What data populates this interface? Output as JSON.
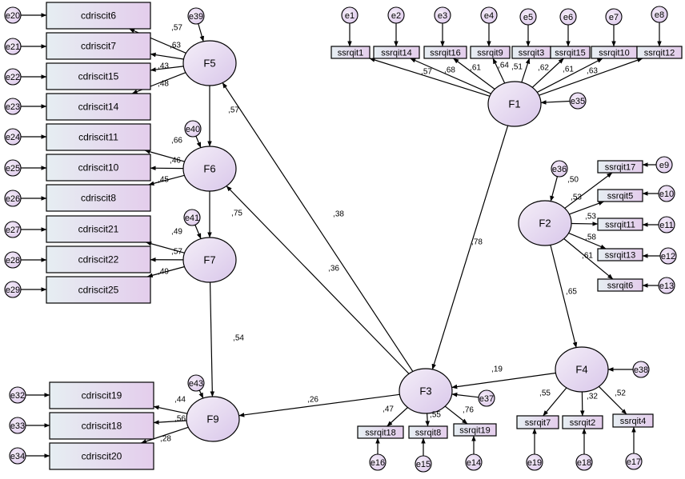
{
  "latent_factors": {
    "F1": "F1",
    "F2": "F2",
    "F3": "F3",
    "F4": "F4",
    "F5": "F5",
    "F6": "F6",
    "F7": "F7",
    "F9": "F9"
  },
  "errors": {
    "e1": "e1",
    "e2": "e2",
    "e3": "e3",
    "e4": "e4",
    "e5": "e5",
    "e6": "e6",
    "e7": "e7",
    "e8": "e8",
    "e9": "e9",
    "e10": "e10",
    "e11": "e11",
    "e12": "e12",
    "e13": "e13",
    "e14": "e14",
    "e15": "e15",
    "e16": "e16",
    "e17": "e17",
    "e18": "e18",
    "e19": "e19",
    "e20": "e20",
    "e21": "e21",
    "e22": "e22",
    "e23": "e23",
    "e24": "e24",
    "e25": "e25",
    "e26": "e26",
    "e27": "e27",
    "e28": "e28",
    "e29": "e29",
    "e32": "e32",
    "e33": "e33",
    "e34": "e34",
    "e35": "e35",
    "e36": "e36",
    "e37": "e37",
    "e38": "e38",
    "e39": "e39",
    "e40": "e40",
    "e41": "e41",
    "e43": "e43"
  },
  "indicators": {
    "cdriscit6": "cdriscit6",
    "cdriscit7": "cdriscit7",
    "cdriscit15": "cdriscit15",
    "cdriscit14": "cdriscit14",
    "cdriscit11": "cdriscit11",
    "cdriscit10": "cdriscit10",
    "cdriscit8": "cdriscit8",
    "cdriscit21": "cdriscit21",
    "cdriscit22": "cdriscit22",
    "cdriscit25": "cdriscit25",
    "cdriscit19": "cdriscit19",
    "cdriscit18": "cdriscit18",
    "cdriscit20": "cdriscit20",
    "ssrqit1": "ssrqit1",
    "ssrqit14": "ssrqit14",
    "ssrqit16": "ssrqit16",
    "ssrqit9": "ssrqit9",
    "ssrqit3": "ssrqit3",
    "ssrqit15": "ssrqit15",
    "ssrqit10": "ssrqit10",
    "ssrqit12": "ssrqit12",
    "ssrqit17": "ssrqit17",
    "ssrqit5": "ssrqit5",
    "ssrqit11": "ssrqit11",
    "ssrqit13": "ssrqit13",
    "ssrqit6": "ssrqit6",
    "ssrqit18": "ssrqit18",
    "ssrqit8": "ssrqit8",
    "ssrqit19": "ssrqit19",
    "ssrqit7": "ssrqit7",
    "ssrqit2": "ssrqit2",
    "ssrqit4": "ssrqit4"
  },
  "loadings": {
    "F5_cdriscit6": ",57",
    "F5_cdriscit7": ",63",
    "F5_cdriscit15": ",43",
    "F5_cdriscit14": ",48",
    "F6_cdriscit11": ",66",
    "F6_cdriscit10": ",46",
    "F6_cdriscit8": ",45",
    "F7_cdriscit21": ",49",
    "F7_cdriscit22": ",57",
    "F7_cdriscit25": ",49",
    "F9_cdriscit19": ",44",
    "F9_cdriscit18": ",56",
    "F9_cdriscit20": ",28",
    "F1_ssrqit1": ",57",
    "F1_ssrqit14": ",68",
    "F1_ssrqit16": ",61",
    "F1_ssrqit9": ",64",
    "F1_ssrqit3": ",51",
    "F1_ssrqit15": ",62",
    "F1_ssrqit10": ",61",
    "F1_ssrqit12": ",63",
    "F2_ssrqit17": ",50",
    "F2_ssrqit5": ",53",
    "F2_ssrqit11": ",53",
    "F2_ssrqit13": ",58",
    "F2_ssrqit6": ",61",
    "F3_ssrqit18": ",47",
    "F3_ssrqit8": ",55",
    "F3_ssrqit19": ",76",
    "F4_ssrqit7": ",55",
    "F4_ssrqit2": ",32",
    "F4_ssrqit4": ",52"
  },
  "structural_paths": {
    "F5_F6": ",57",
    "F6_F7": ",75",
    "F7_F9": ",54",
    "F3_F9": ",26",
    "F3_F5": ",38",
    "F3_F6": ",36",
    "F1_F3": ",78",
    "F4_F3": ",19",
    "F2_F4": ",65"
  },
  "colors": {
    "ellipse_gradient_start": "#f4eef8",
    "ellipse_gradient_end": "#d9c7ea",
    "box_gradient_start": "#e6eef2",
    "box_gradient_end": "#e4cdec",
    "stroke": "#000000"
  }
}
